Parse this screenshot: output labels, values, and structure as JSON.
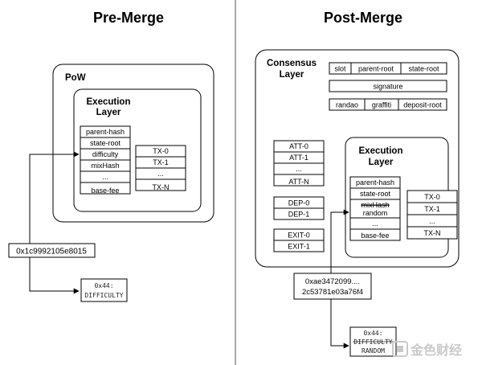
{
  "pre_merge": {
    "title": "Pre-Merge",
    "pow_label": "PoW",
    "execution_label": [
      "Execution",
      "Layer"
    ],
    "header_fields": [
      "parent-hash",
      "state-root",
      "difficulty",
      "mixHash",
      "...",
      "base-fee"
    ],
    "tx_fields": [
      "TX-0",
      "TX-1",
      "...",
      "TX-N"
    ],
    "value": "0x1c9992105e8015",
    "opcode": [
      "0x44:",
      "DIFFICULTY"
    ]
  },
  "post_merge": {
    "title": "Post-Merge",
    "consensus_label": [
      "Consensus",
      "Layer"
    ],
    "consensus_row1": [
      "slot",
      "parent-root",
      "state-root"
    ],
    "consensus_signature": "signature",
    "consensus_row3": [
      "randao",
      "graffiti",
      "deposit-root"
    ],
    "attestations": [
      "ATT-0",
      "ATT-1",
      "...",
      "ATT-N"
    ],
    "deposits": [
      "DEP-0",
      "DEP-1"
    ],
    "exits": [
      "EXIT-0",
      "EXIT-1"
    ],
    "execution_label": [
      "Execution",
      "Layer"
    ],
    "header_fields": [
      "parent-hash",
      "state-root",
      "mixHash",
      "random",
      "...",
      "base-fee"
    ],
    "tx_fields": [
      "TX-0",
      "TX-1",
      "...",
      "TX-N"
    ],
    "value": [
      "0xae3472099....",
      "2c53781e03a76f4"
    ],
    "opcode": [
      "0x44:",
      "DIFFICULTY",
      "RANDOM"
    ]
  },
  "watermark": "金色财经",
  "colors": {
    "stroke": "#000000",
    "background": "#ffffff",
    "watermark": "#c9c9c9"
  }
}
